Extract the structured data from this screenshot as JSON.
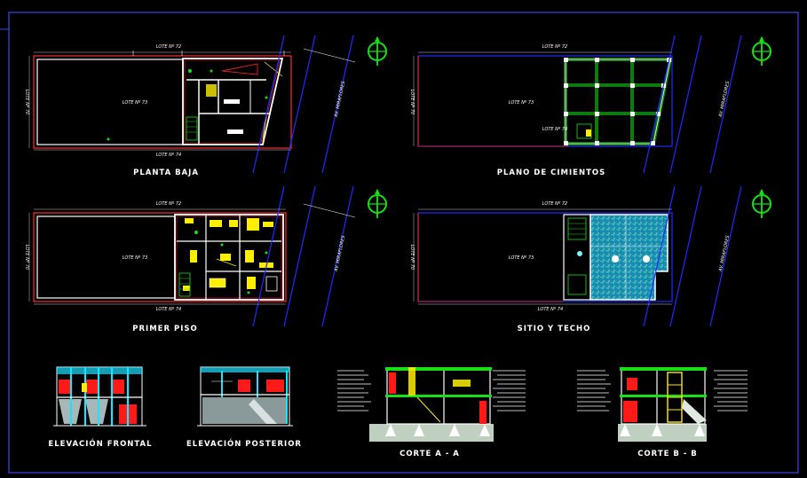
{
  "colors": {
    "background": "#000000",
    "frame": "#3a4adf",
    "wall": "#ffffff",
    "accent": "#ff2a2a",
    "green": "#18e018",
    "yellow": "#ffee00",
    "cyan": "#20e0ff",
    "blue": "#1f2bff"
  },
  "plans": [
    {
      "title": "PLANTA BAJA",
      "lote_top": "LOTE Nº 72",
      "lote_center": "LOTE Nº 73",
      "lote_bottom": "LOTE Nº 74",
      "lote_side": "LOTE Nº 70",
      "street": "AV. MIRAFLORES"
    },
    {
      "title": "PLANO DE CIMIENTOS",
      "lote_top": "LOTE Nº 72",
      "lote_center": "LOTE Nº 73",
      "lote_bottom": "LOTE Nº 74",
      "lote_side": "LOTE Nº 70",
      "street": "AV. MIRAFLORES"
    },
    {
      "title": "PRIMER PISO",
      "lote_top": "LOTE Nº 72",
      "lote_center": "LOTE Nº 73",
      "lote_bottom": "LOTE Nº 74",
      "lote_side": "LOTE Nº 70",
      "street": "AV. MIRAFLORES"
    },
    {
      "title": "SITIO Y TECHO",
      "lote_top": "LOTE Nº 72",
      "lote_center": "LOTE Nº 73",
      "lote_bottom": "LOTE Nº 74",
      "lote_side": "LOTE Nº 70",
      "street": "AV. MIRAFLORES"
    }
  ],
  "elevations": [
    {
      "title": "ELEVACIÓN FRONTAL"
    },
    {
      "title": "ELEVACIÓN POSTERIOR"
    }
  ],
  "sections": [
    {
      "title": "CORTE  A - A"
    },
    {
      "title": "CORTE  B - B"
    }
  ],
  "icons": [
    "north-arrow-icon"
  ]
}
